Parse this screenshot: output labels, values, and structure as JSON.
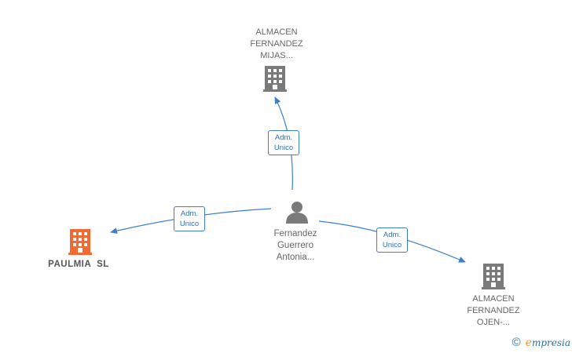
{
  "nodes": {
    "person": {
      "lines": [
        "Fernandez",
        "Guerrero",
        "Antonia..."
      ],
      "icon": "person-icon",
      "color": "#7a7a7a"
    },
    "mijas": {
      "lines": [
        "ALMACEN",
        "FERNANDEZ",
        "MIJAS..."
      ],
      "icon": "building-icon",
      "color": "#7a7a7a"
    },
    "paulmia": {
      "lines": [
        "PAULMIA  SL"
      ],
      "icon": "building-icon",
      "color": "#f26a33"
    },
    "ojen": {
      "lines": [
        "ALMACEN",
        "FERNANDEZ",
        "OJEN-..."
      ],
      "icon": "building-icon",
      "color": "#7a7a7a"
    }
  },
  "edges": [
    {
      "line1": "Adm.",
      "line2": "Unico"
    },
    {
      "line1": "Adm.",
      "line2": "Unico"
    },
    {
      "line1": "Adm.",
      "line2": "Unico"
    }
  ],
  "colors": {
    "edge": "#3d7fc9",
    "node_grey": "#7a7a7a",
    "accent": "#f26a33"
  },
  "footer": {
    "copyright": "©",
    "brand_e": "e",
    "brand_rest": "mpresia"
  }
}
